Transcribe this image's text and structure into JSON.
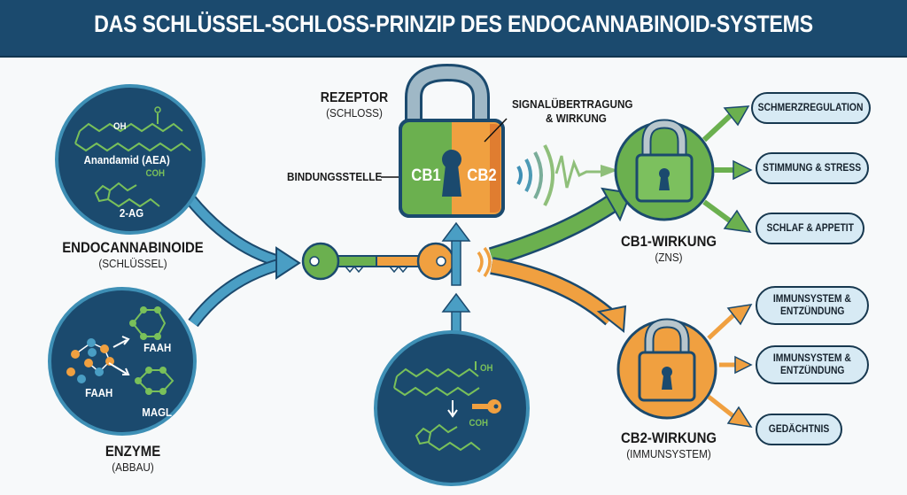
{
  "header": {
    "title": "DAS SCHLÜSSEL-SCHLOSS-PRINZIP DES ENDOCANNABINOID-SYSTEMS"
  },
  "colors": {
    "navy": "#1b4a6e",
    "teal_arrow": "#4a9ec4",
    "green": "#6bb04f",
    "orange": "#f0a040",
    "pill_bg": "#d7eaf4"
  },
  "endocannabinoids": {
    "molecule_1": "Anandamid (AEA)",
    "molecule_2": "2-AG",
    "oh_label": "OH",
    "coh_label": "COH",
    "title": "ENDOCANNABINOIDE",
    "subtitle": "(SCHLÜSSEL)"
  },
  "enzymes": {
    "label_faah_left": "FAAH",
    "label_faah_right": "FAAH",
    "label_magl": "MAGL",
    "title": "ENZYME",
    "subtitle": "(ABBAU)"
  },
  "receptor": {
    "title": "REZEPTOR",
    "subtitle": "(SCHLOSS)",
    "binding_site": "BINDUNGSSTELLE",
    "cb1": "CB1",
    "cb2": "CB2",
    "signal_line1": "SIGNALÜBERTRAGUNG",
    "signal_line2": "& WIRKUNG"
  },
  "bottom_molecule": {
    "oh_label": "OH",
    "coh_label": "COH"
  },
  "cb1_effect": {
    "title": "CB1-WIRKUNG",
    "subtitle": "(ZNS)",
    "outcomes": [
      "SCHMERZREGULATION",
      "STIMMUNG & STRESS",
      "SCHLAF & APPETIT"
    ]
  },
  "cb2_effect": {
    "title": "CB2-WIRKUNG",
    "subtitle": "(IMMUNSYSTEM)",
    "outcomes": [
      {
        "line1": "IMMUNSYSTEM &",
        "line2": "ENTZÜNDUNG"
      },
      {
        "line1": "IMMUNSYSTEM &",
        "line2": "ENTZÜNDUNG"
      },
      {
        "line1": "GEDÄCHTNIS",
        "line2": ""
      }
    ]
  }
}
